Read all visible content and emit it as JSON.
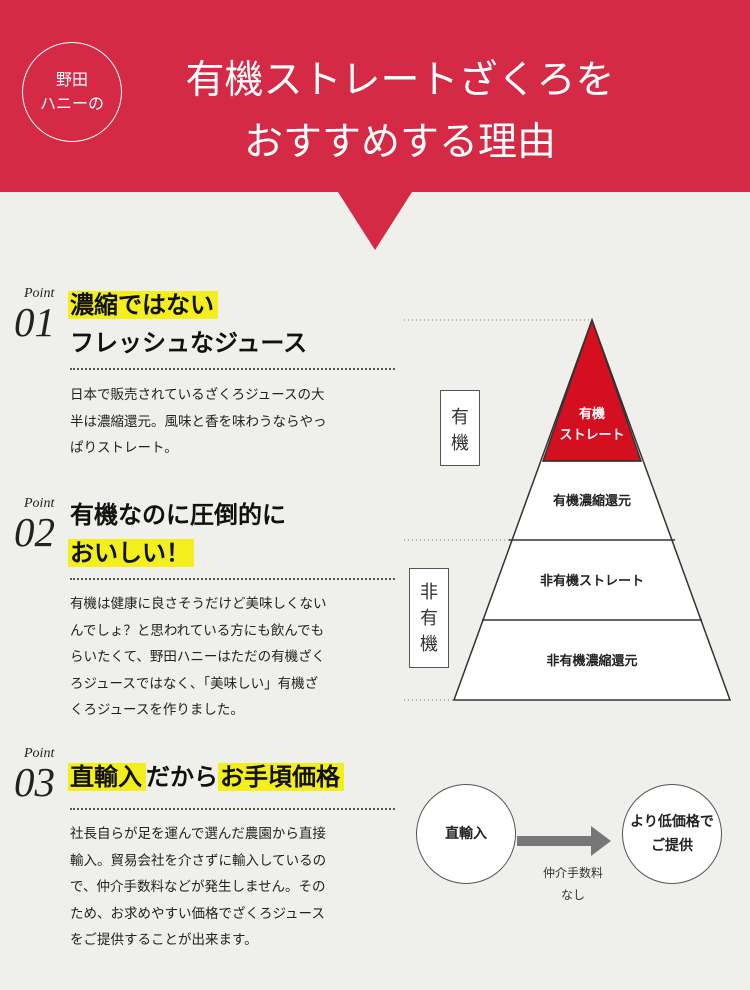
{
  "colors": {
    "accent": "#d42a45",
    "highlight": "#f3ef1d",
    "background": "#efefeb"
  },
  "header": {
    "badge_line1": "野田",
    "badge_line2": "ハニーの",
    "title_line1": "有機ストレートざくろを",
    "title_line2": "おすすめする理由"
  },
  "points": [
    {
      "label": "Point",
      "number": "01",
      "heading_line1": "濃縮ではない",
      "heading_line2": "フレッシュなジュース",
      "body": [
        "日本で販売されているざくろジュースの大",
        "半は濃縮還元。風味と香を味わうならやっ",
        "ぱりストレート。"
      ]
    },
    {
      "label": "Point",
      "number": "02",
      "heading_line1": "有機なのに圧倒的に",
      "heading_line2": "おいしい！",
      "body": [
        "有機は健康に良さそうだけど美味しくない",
        "んでしょ？と思われている方にも飲んでも",
        "らいたくて、野田ハニーはただの有機ざく",
        "ろジュースではなく、「美味しい」有機ざ",
        "くろジュースを作りました。"
      ]
    },
    {
      "label": "Point",
      "number": "03",
      "heading_a": "直輸入",
      "heading_b": "だから",
      "heading_c": "お手頃価格",
      "body": [
        "社長自らが足を運んで選んだ農園から直接",
        "輸入。貿易会社を介さずに輸入しているの",
        "で、仲介手数料などが発生しません。その",
        "ため、お求めやすい価格でざくろジュース",
        "をご提供することが出来ます。"
      ]
    }
  ],
  "pyramid": {
    "levels": [
      {
        "line1": "有機",
        "line2": "ストレート"
      },
      {
        "line1": "有機濃縮還元"
      },
      {
        "line1": "非有機ストレート"
      },
      {
        "line1": "非有機濃縮還元"
      }
    ],
    "box_organic": [
      "有",
      "機"
    ],
    "box_nonorganic": [
      "非",
      "有",
      "機"
    ]
  },
  "flow": {
    "left_circle": "直輸入",
    "right_line1": "より低価格で",
    "right_line2": "ご提供",
    "arrow_line1": "仲介手数料",
    "arrow_line2": "なし"
  }
}
